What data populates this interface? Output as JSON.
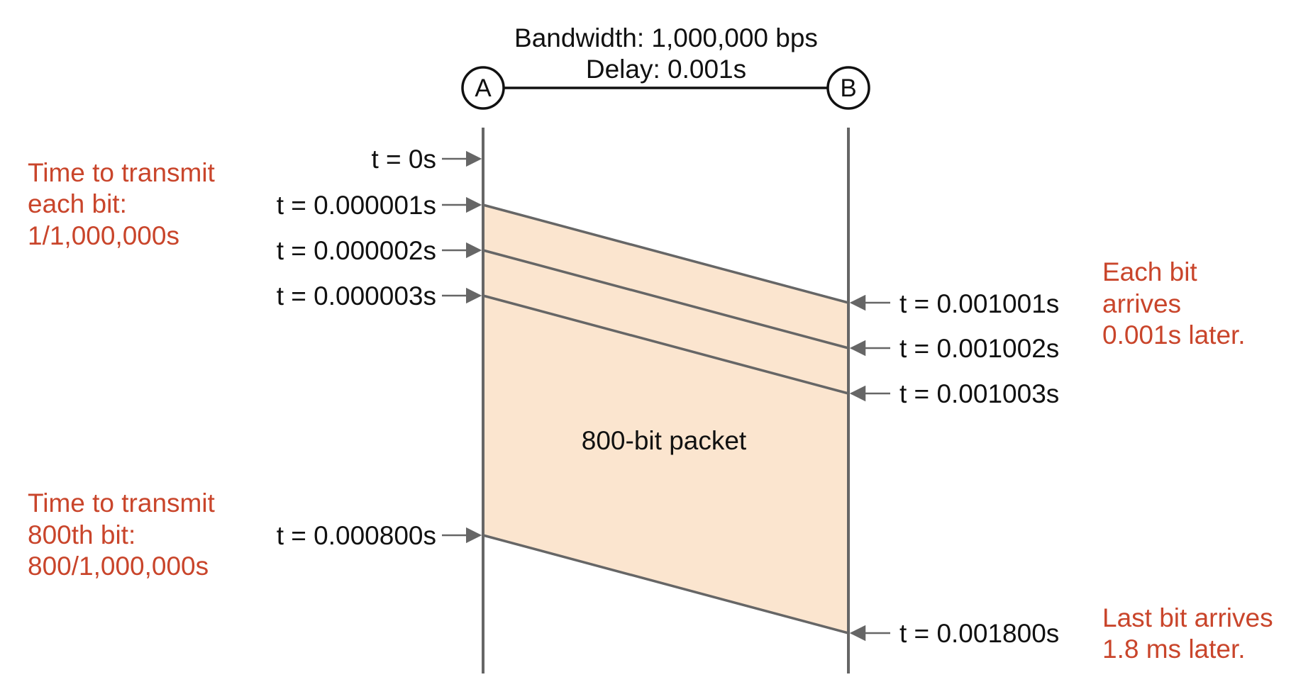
{
  "link": {
    "bandwidth_label": "Bandwidth: 1,000,000 bps",
    "delay_label": "Delay: 0.001s"
  },
  "nodes": {
    "a": "A",
    "b": "B"
  },
  "send_times": {
    "t0": "t = 0s",
    "t1": "t = 0.000001s",
    "t2": "t = 0.000002s",
    "t3": "t = 0.000003s",
    "t800": "t = 0.000800s"
  },
  "arrive_times": {
    "t1": "t = 0.001001s",
    "t2": "t = 0.001002s",
    "t3": "t = 0.001003s",
    "t800": "t = 0.001800s"
  },
  "packet_label": "800-bit packet",
  "notes": {
    "per_bit": [
      "Time to transmit",
      "each bit:",
      "1/1,000,000s"
    ],
    "last_bit": [
      "Time to transmit",
      "800th bit:",
      "800/1,000,000s"
    ],
    "arrival": [
      "Each bit",
      "arrives",
      "0.001s later."
    ],
    "last_arrival": [
      "Last bit arrives",
      "1.8 ms later."
    ]
  },
  "colors": {
    "packet_fill": "#fbe5cf",
    "line": "#666666",
    "note_text": "#c9452b"
  }
}
